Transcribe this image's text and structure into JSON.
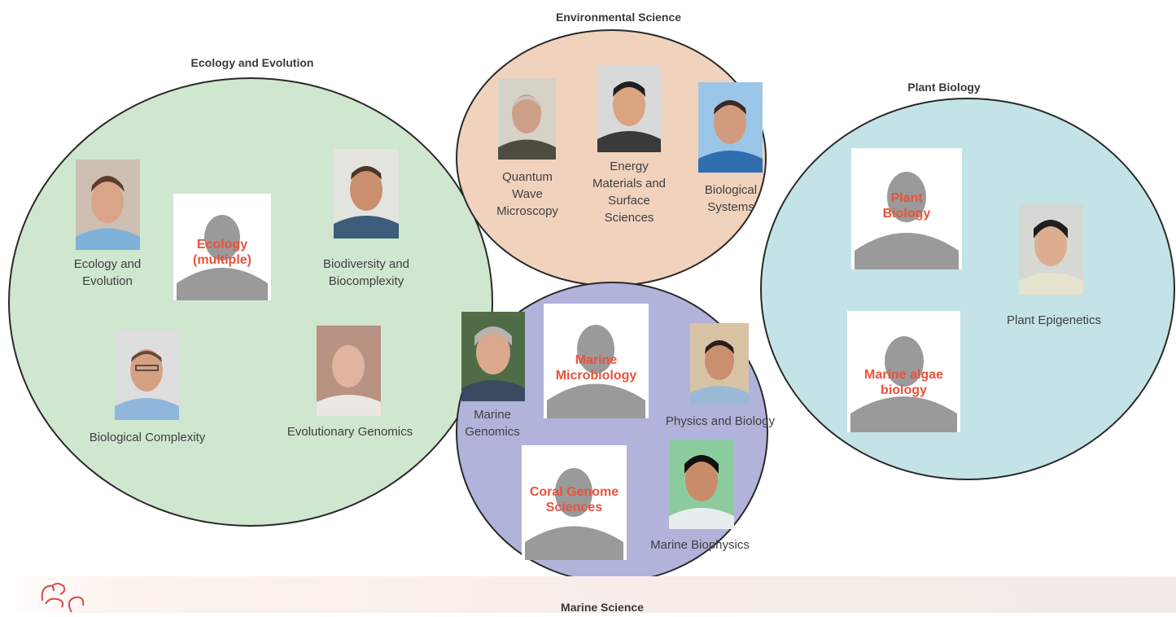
{
  "groups": {
    "ecology": {
      "title": "Ecology and Evolution",
      "color": "#cfe6cf"
    },
    "environmental": {
      "title": "Environmental Science",
      "color": "#f1d2bd"
    },
    "plant": {
      "title": "Plant Biology",
      "color": "#c4e3e6"
    },
    "marine": {
      "title": "Marine Science",
      "color": "#b1b3da"
    }
  },
  "members": {
    "ecology_evolution": "Ecology and\nEvolution",
    "biodiversity": "Biodiversity and\nBiocomplexity",
    "biological_complexity": "Biological Complexity",
    "evolutionary_genomics": "Evolutionary Genomics",
    "quantum": "Quantum\nWave\nMicroscopy",
    "energy": "Energy\nMaterials and\nSurface\nSciences",
    "biological_systems": "Biological\nSystems",
    "plant_epigenetics": "Plant Epigenetics",
    "marine_genomics": "Marine\nGenomics",
    "physics_biology": "Physics and Biology",
    "marine_biophysics": "Marine Biophysics"
  },
  "vacancies": {
    "ecology_multiple": "Ecology\n(multiple)",
    "plant_biology": "Plant\nBiology",
    "marine_algae": "Marine algae\nbiology",
    "marine_microbiology": "Marine\nMicrobiology",
    "coral_genome": "Coral Genome\nSciences"
  },
  "colors": {
    "vacancy_label": "#e8533a",
    "silhouette": "#9a9a9a",
    "outline": "#2a2a2a"
  }
}
